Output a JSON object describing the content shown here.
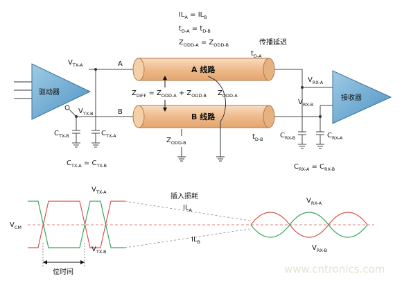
{
  "equations_top": [
    {
      "a": "IL",
      "asub": "A",
      "op": " = ",
      "b": "IL",
      "bsub": "B"
    },
    {
      "a": "t",
      "asub": "D-A",
      "op": " = ",
      "b": "t",
      "bsub": "D-B"
    },
    {
      "a": "Z",
      "asub": "ODD-A",
      "op": " = ",
      "b": "Z",
      "bsub": "ODD-B"
    }
  ],
  "labels": {
    "driver": "驱动器",
    "receiver": "接收器",
    "line_a": "A 线路",
    "line_b": "B 线路",
    "node_a": "A",
    "node_b": "B",
    "prop_delay": "传播延迟",
    "insertion_loss": "插入损耗",
    "bit_time": "位时间",
    "watermark": "www.cntronics.com"
  },
  "symbols": {
    "vtxa": {
      "m": "V",
      "s": "TX-A"
    },
    "vtxb": {
      "m": "V",
      "s": "TX-B"
    },
    "vrxa": {
      "m": "V",
      "s": "RX-A"
    },
    "vrxb": {
      "m": "V",
      "s": "RX-B"
    },
    "tda": {
      "m": "t",
      "s": "D-A"
    },
    "tdb": {
      "m": "t",
      "s": "D-B"
    },
    "ctxb": {
      "m": "C",
      "s": "TX-B"
    },
    "ctxa": {
      "m": "C",
      "s": "TX-A"
    },
    "crxb": {
      "m": "C",
      "s": "RX-B"
    },
    "crxa": {
      "m": "C",
      "s": "RX-A"
    },
    "zodda": {
      "m": "Z",
      "s": "ODD-A"
    },
    "zoddb": {
      "m": "Z",
      "s": "ODD-B"
    },
    "wave_vtxa": {
      "m": "V",
      "s": "TX-A"
    },
    "wave_vtxb": {
      "m": "V",
      "s": "TX-B"
    },
    "wave_vrxa": {
      "m": "V",
      "s": "RX-A"
    },
    "wave_vrxb": {
      "m": "V",
      "s": "RX-B"
    },
    "vcm": {
      "m": "V",
      "s": "CM"
    },
    "ila": {
      "m": "IL",
      "s": "A"
    },
    "ilb": {
      "m": "IL",
      "s": "B"
    }
  },
  "zdiff": {
    "m": "Z",
    "s": "DIFF",
    "eq": " = Z",
    "s2": "ODD-A",
    "plus": " + Z",
    "s3": "ODD-B"
  },
  "cap_eq_tx": {
    "a": "C",
    "as": "TX-A",
    "op": " = C",
    "bs": "TX-B"
  },
  "cap_eq_rx": {
    "a": "C",
    "as": "RX-A",
    "op": " = C",
    "bs": "RX-B"
  },
  "colors": {
    "driver_fill": "#6aaed6",
    "receiver_fill": "#6aaed6",
    "line_fill": "#f2c49a",
    "line_edge": "#b07a4c",
    "wave_red": "#d9534f",
    "wave_green": "#3aa65a",
    "dash_line": "#e08080"
  }
}
